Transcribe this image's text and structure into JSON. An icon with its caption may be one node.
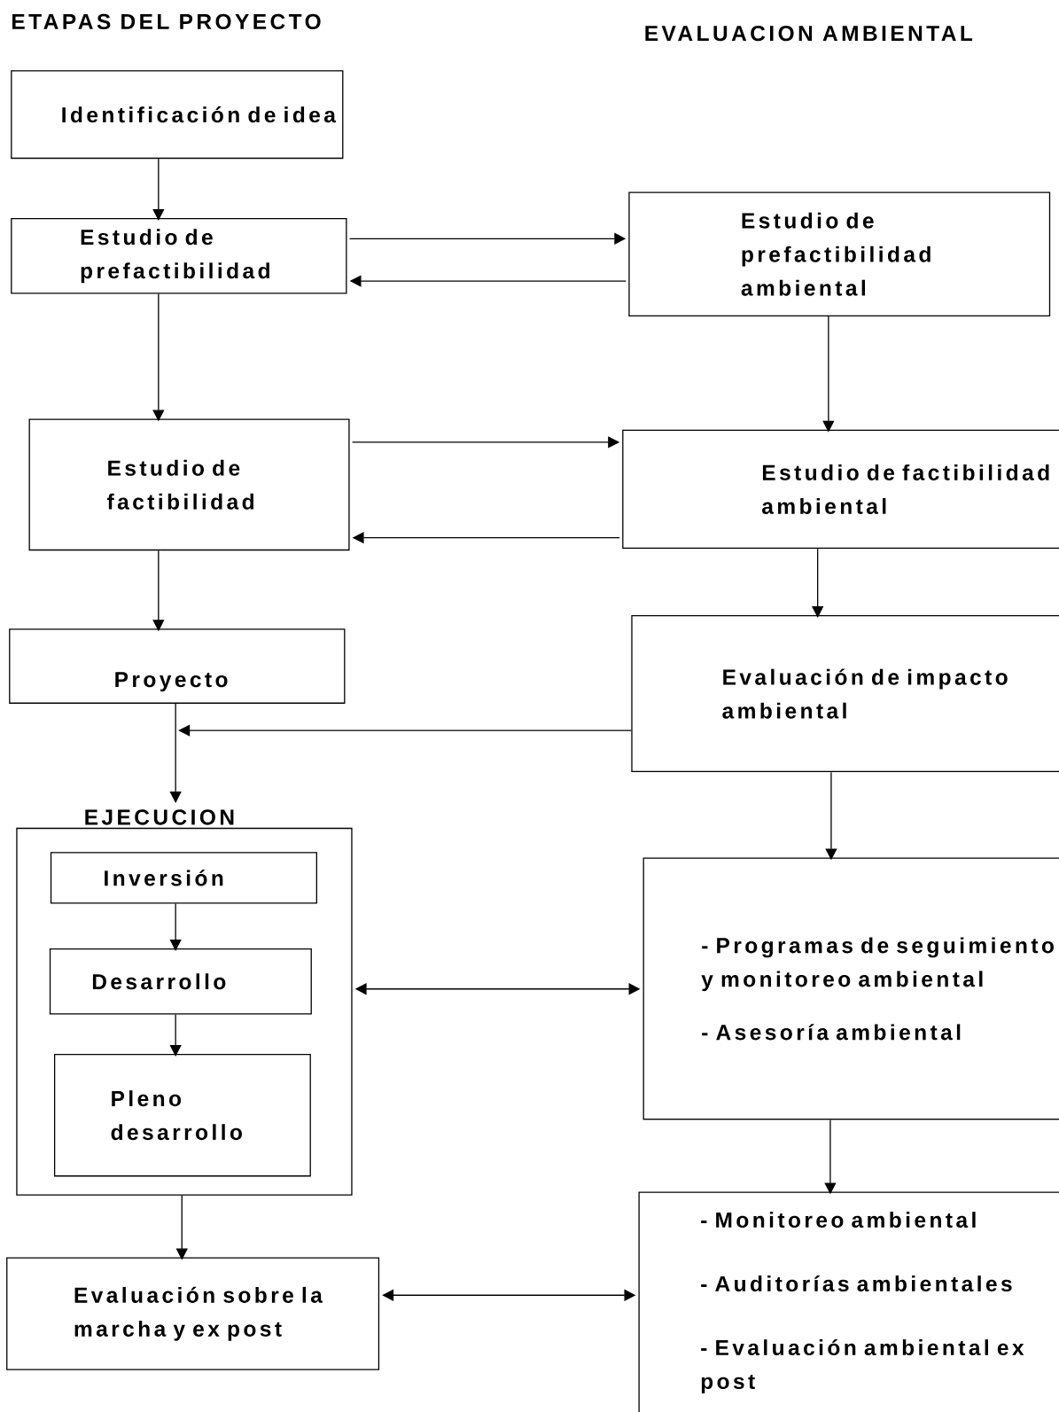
{
  "diagram": {
    "nodes": [
      {
        "text": [
          "Identificación de idea"
        ]
      },
      {
        "text": [
          "Estudio de prefactibilidad"
        ]
      },
      {
        "text": [
          "Estudio de prefactibilidad ambiental"
        ]
      },
      {
        "text": [
          "Estudio de factibilidad"
        ]
      },
      {
        "text": [
          "Estudio de factibilidad ambiental"
        ]
      },
      {
        "text": [
          "Proyecto"
        ]
      },
      {
        "text": [
          "Evaluación de impacto ambiental"
        ]
      },
      {
        "text": [
          "EJECUCION"
        ]
      },
      {
        "text": [
          "Inversión"
        ],
        "in": 7
      },
      {
        "text": [
          "Desarrollo"
        ],
        "in": 7
      },
      {
        "text": [
          "Pleno desarrollo"
        ],
        "in": 7
      },
      {
        "text": [
          "- Programas de seguimiento y monitoreo ambiental",
          "- Asesoría ambiental"
        ]
      },
      {
        "text": [
          "Evaluación sobre la marcha y ex post"
        ]
      },
      {
        "text": [
          "- Monitoreo ambiental",
          "- Auditorías ambientales",
          "- Evaluación ambiental ex post"
        ]
      }
    ],
    "edges": [
      {
        "from": 0,
        "to": 1,
        "arrow": "to"
      },
      {
        "from": 1,
        "to": 2,
        "arrow": "to"
      },
      {
        "from": 2,
        "to": 1,
        "arrow": "to"
      },
      {
        "from": 1,
        "to": 3,
        "arrow": "to"
      },
      {
        "from": 2,
        "to": 4,
        "arrow": "to"
      },
      {
        "from": 3,
        "to": 4,
        "arrow": "to"
      },
      {
        "from": 4,
        "to": 3,
        "arrow": "to"
      },
      {
        "from": 3,
        "to": 5,
        "arrow": "to"
      },
      {
        "from": 4,
        "to": 6,
        "arrow": "to"
      },
      {
        "from": 6,
        "to": 5,
        "arrow": "to"
      },
      {
        "from": 5,
        "to": 7,
        "arrow": "to"
      },
      {
        "from": 6,
        "to": 11,
        "arrow": "to"
      },
      {
        "from": 8,
        "to": 9,
        "arrow": "to"
      },
      {
        "from": 9,
        "to": 10,
        "arrow": "to"
      },
      {
        "from": 7,
        "to": 11,
        "arrow": "both"
      },
      {
        "from": 7,
        "to": 12,
        "arrow": "to"
      },
      {
        "from": 11,
        "to": 13,
        "arrow": "to"
      },
      {
        "from": 12,
        "to": 13,
        "arrow": "both"
      }
    ],
    "labels": [
      "ETAPAS DEL PROYECTO",
      "EVALUACION AMBIENTAL"
    ]
  }
}
